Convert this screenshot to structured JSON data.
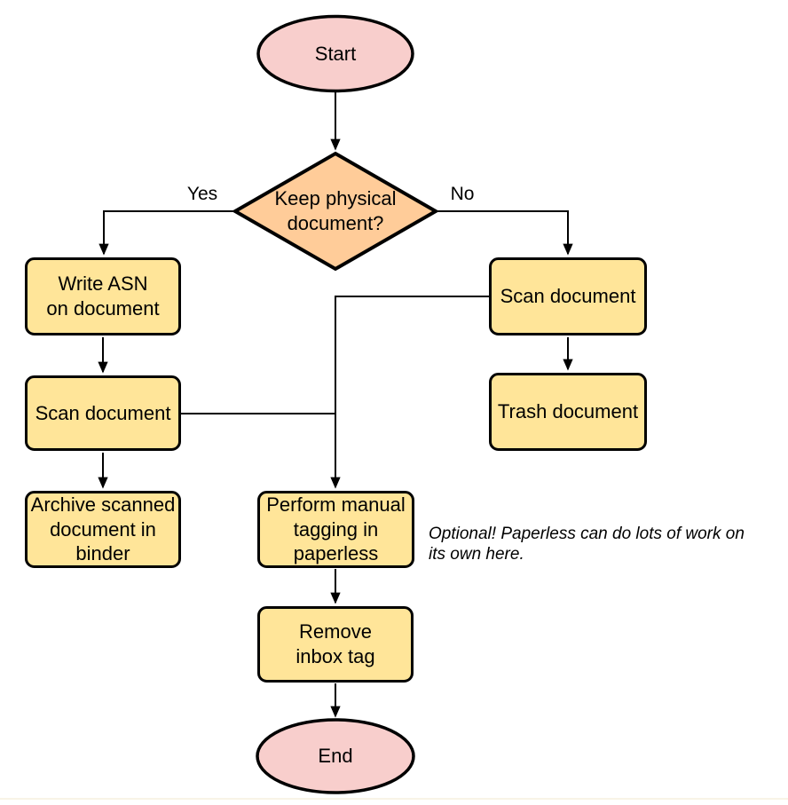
{
  "diagram": {
    "nodes": {
      "start": {
        "label": "Start"
      },
      "decision": {
        "label": "Keep physical\ndocument?"
      },
      "write_asn": {
        "label": "Write ASN\non document"
      },
      "scan_left": {
        "label": "Scan document"
      },
      "archive": {
        "label": "Archive scanned\ndocument in\nbinder"
      },
      "scan_right": {
        "label": "Scan document"
      },
      "trash": {
        "label": "Trash document"
      },
      "tagging": {
        "label": "Perform manual\ntagging in\npaperless"
      },
      "remove_inbox": {
        "label": "Remove\ninbox tag"
      },
      "end": {
        "label": "End"
      }
    },
    "edge_labels": {
      "yes": "Yes",
      "no": "No"
    },
    "note": "Optional! Paperless can do lots of work on\nits own here.",
    "colors": {
      "terminal_fill": "#f8cecc",
      "decision_fill": "#ffcc99",
      "process_fill": "#ffe599",
      "stroke": "#000000"
    }
  }
}
